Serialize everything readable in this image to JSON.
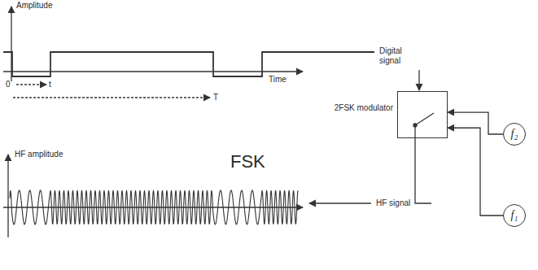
{
  "diagram": {
    "nodes": [
      {
        "text": [
          "2FSK modulator"
        ]
      },
      {
        "text": [
          "f₂"
        ]
      },
      {
        "text": [
          "f₁"
        ]
      }
    ],
    "edges": [
      {
        "from": 1,
        "to": 0,
        "arrow": "to"
      },
      {
        "from": 2,
        "to": 0,
        "arrow": "to"
      }
    ],
    "labels": [
      "Amplitude",
      "0",
      "t",
      "Time",
      "T",
      "Digital signal",
      "FSK",
      "HF amplitude",
      "HF signal"
    ]
  }
}
